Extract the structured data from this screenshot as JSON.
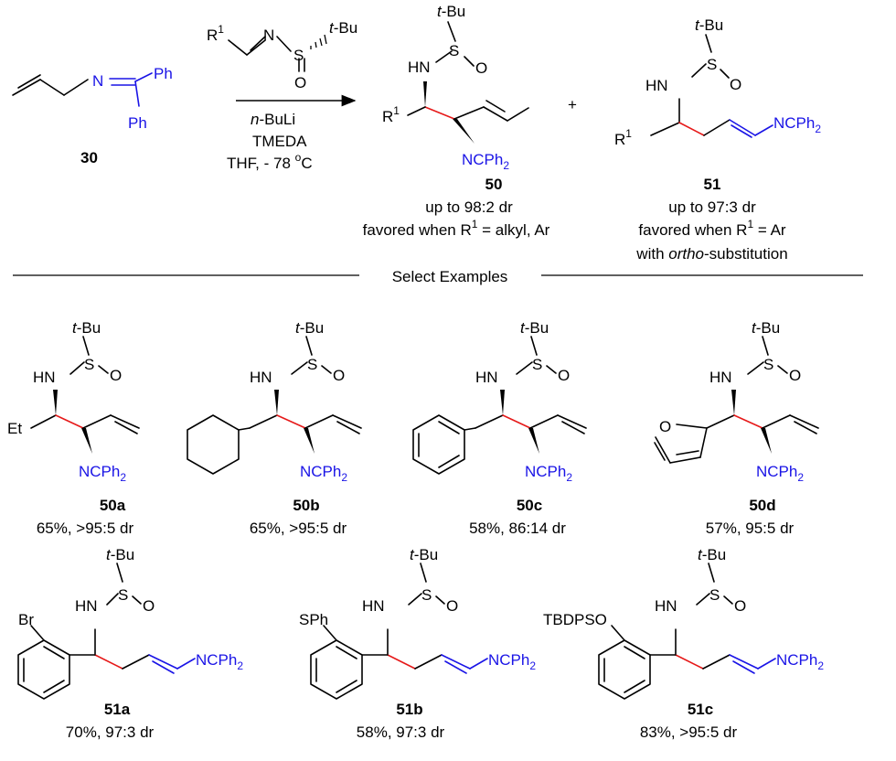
{
  "reaction": {
    "reagents": [
      "n-BuLi",
      "TMEDA",
      "THF, - 78 oC"
    ],
    "sm_label": "30",
    "imine_r1": "R1",
    "atoms": {
      "ph": "Ph",
      "n": "N",
      "s": "S",
      "o": "O",
      "tbu": "t-Bu",
      "hn": "HN",
      "r1": "R1",
      "ncph2": "NCPh2",
      "plus": "+"
    }
  },
  "products": {
    "p50": {
      "label": "50",
      "line1": "up to 98:2 dr",
      "line2": "favored when R1 = alkyl, Ar"
    },
    "p51": {
      "label": "51",
      "line1": "up to 97:3 dr",
      "line2": "favored when R1 = Ar",
      "line3": "with ortho-substitution"
    }
  },
  "section_title": "Select Examples",
  "examples": [
    {
      "label": "50a",
      "result": "65%, >95:5 dr",
      "group": "Et"
    },
    {
      "label": "50b",
      "result": "65%, >95:5 dr"
    },
    {
      "label": "50c",
      "result": "58%, 86:14 dr"
    },
    {
      "label": "50d",
      "result": "57%, 95:5 dr",
      "heteroatom": "O"
    },
    {
      "label": "51a",
      "result": "70%, 97:3 dr",
      "substituent": "Br"
    },
    {
      "label": "51b",
      "result": "58%, 97:3 dr",
      "substituent": "SPh"
    },
    {
      "label": "51c",
      "result": "83%, >95:5 dr",
      "substituent": "TBDPSO"
    }
  ]
}
